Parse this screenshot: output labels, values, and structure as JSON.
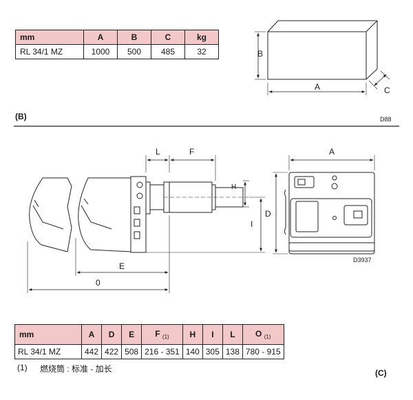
{
  "table_top": {
    "headers": [
      "mm",
      "A",
      "B",
      "C",
      "kg"
    ],
    "row": [
      "RL 34/1 MZ",
      "1000",
      "500",
      "485",
      "32"
    ]
  },
  "box_labels": {
    "a": "A",
    "b": "B",
    "c": "C"
  },
  "section_b": {
    "label": "(B)",
    "code": "D88"
  },
  "drawing": {
    "dim_labels": {
      "l": "L",
      "f": "F",
      "h": "H",
      "i": "I",
      "e": "E",
      "o": "0",
      "a": "A",
      "d": "D"
    },
    "code": "D3937"
  },
  "table_bottom": {
    "headers": [
      "mm",
      "A",
      "D",
      "E",
      "F",
      "H",
      "I",
      "L",
      "O"
    ],
    "header_sub": {
      "F": "(1)",
      "O": "(1)"
    },
    "row": [
      "RL 34/1 MZ",
      "442",
      "422",
      "508",
      "216 - 351",
      "140",
      "305",
      "138",
      "780 - 915"
    ]
  },
  "footnote": {
    "marker": "(1)",
    "text": "燃烧筒 : 标准 - 加长"
  },
  "section_c": {
    "label": "(C)"
  }
}
